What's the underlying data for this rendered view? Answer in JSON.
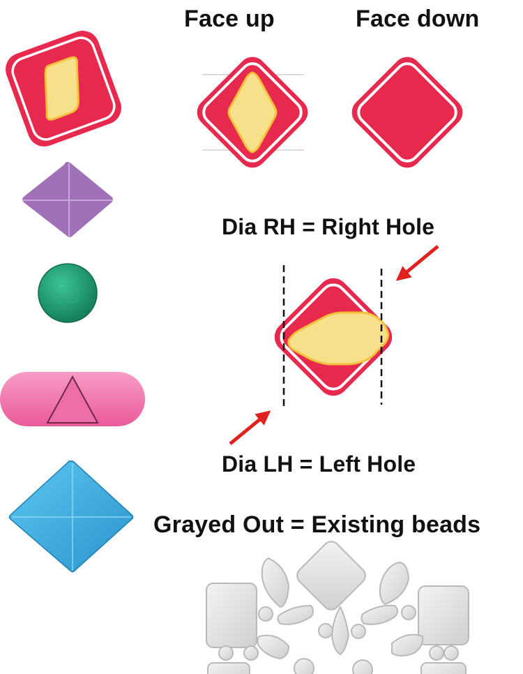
{
  "labels": {
    "face_up": "Face up",
    "face_down": "Face down",
    "right_hole": "Dia RH = Right Hole",
    "left_hole": "Dia LH = Left Hole",
    "grayed_out": "Grayed Out = Existing beads"
  },
  "colors": {
    "bead_red": "#e8294e",
    "bead_yellow": "#f7e08c",
    "bead_purple": "#a070b8",
    "bead_green": "#1e9a70",
    "bead_pink": "#f06aa6",
    "bead_blue": "#35ace0",
    "arrow_red": "#e0211e",
    "existing_gray": "#dcdcdc"
  },
  "legend_shapes": [
    "red-diamond-bead",
    "purple-bicone-bead",
    "green-round-bead",
    "pink-triangle-tile",
    "blue-pyramid-bead"
  ]
}
